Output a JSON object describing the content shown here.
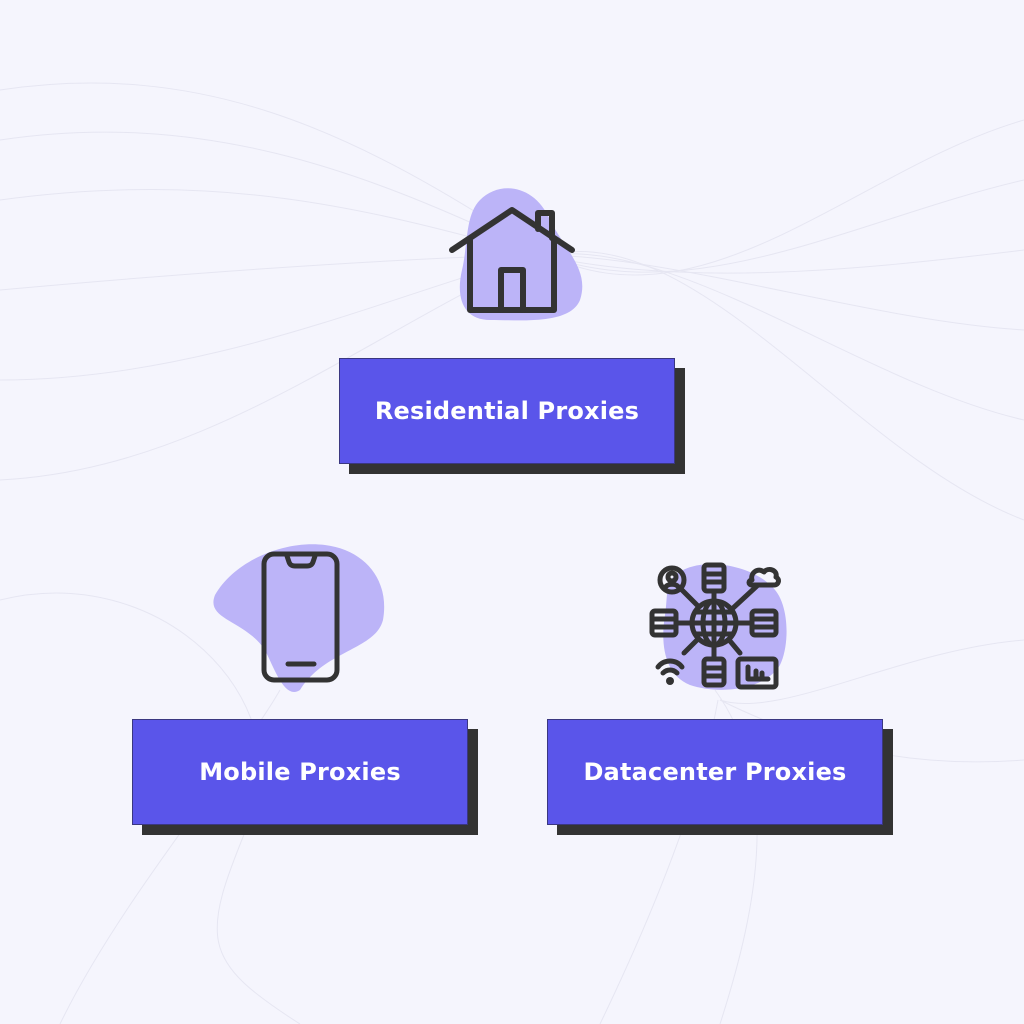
{
  "diagram": {
    "colors": {
      "background": "#f5f5fd",
      "box_fill": "#5a55ea",
      "box_shadow": "#333333",
      "blob": "#bcb4f8",
      "icon_stroke": "#333333",
      "text": "#ffffff"
    },
    "nodes": [
      {
        "id": "residential",
        "label": "Residential Proxies",
        "icon": "house-icon"
      },
      {
        "id": "mobile",
        "label": "Mobile Proxies",
        "icon": "smartphone-icon"
      },
      {
        "id": "datacenter",
        "label": "Datacenter Proxies",
        "icon": "network-globe-icon"
      }
    ]
  }
}
